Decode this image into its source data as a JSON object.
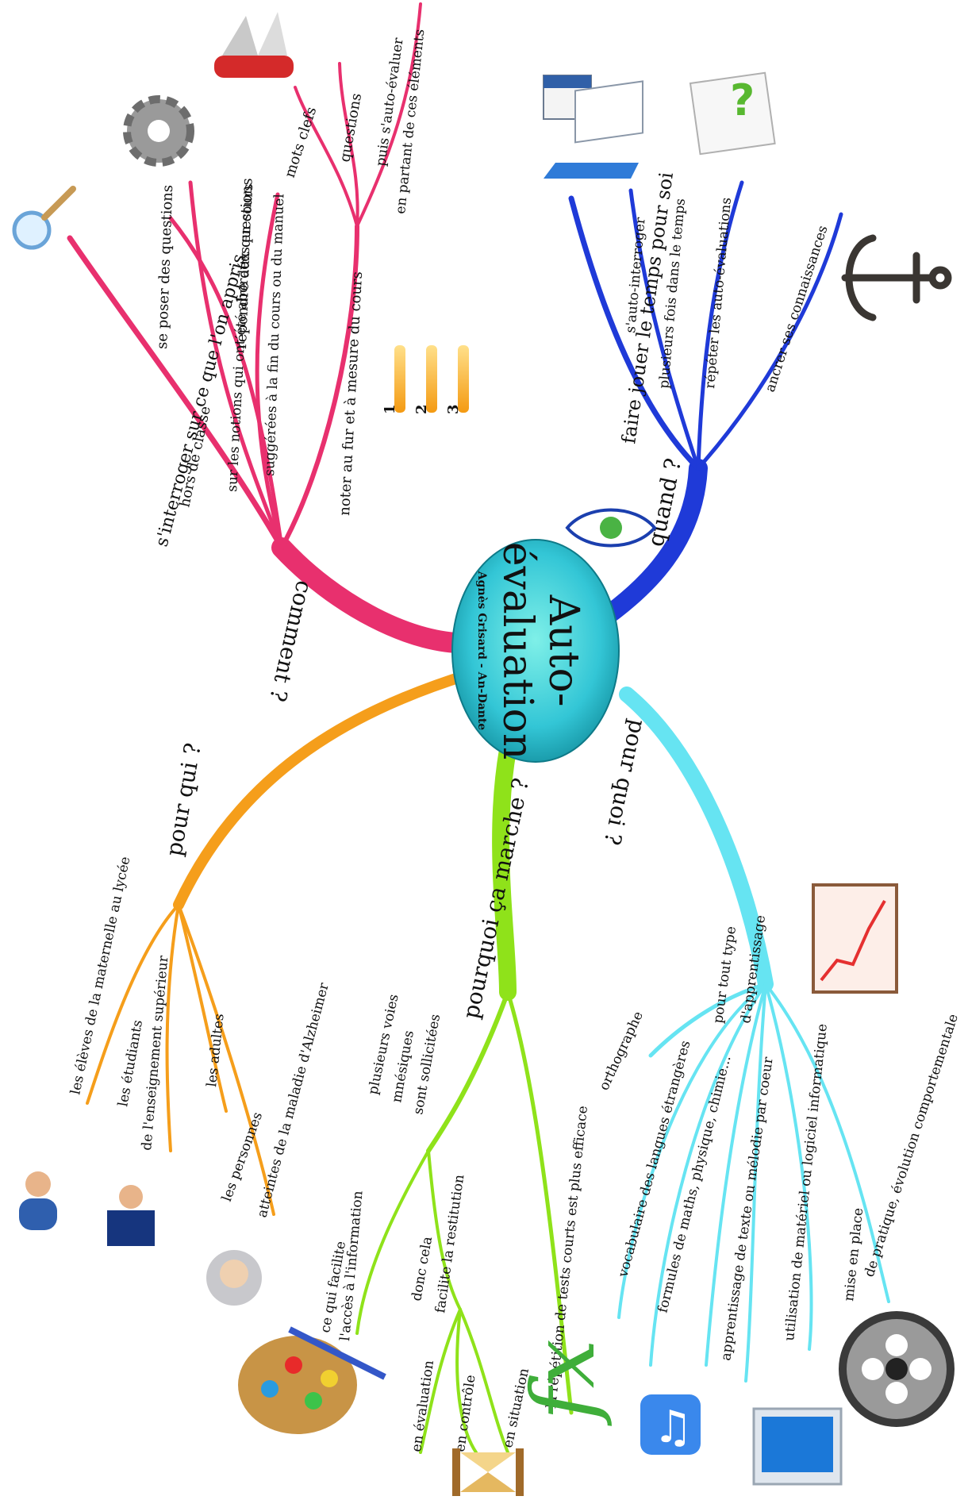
{
  "center": {
    "line1": "Auto-",
    "line2": "évaluation",
    "author": "Agnès Grisard - An-Dante"
  },
  "branches": {
    "comment": {
      "label": "comment ?",
      "color": "#e8306e",
      "sub1": {
        "label": "s'interroger sur ce que l'on appris",
        "items": [
          "hors de classe",
          "se poser des questions",
          "sur les notions qui ont été abordées en cours",
          "répondre aux questions",
          "suggérées à la fin du cours ou du manuel"
        ]
      },
      "sub2": {
        "label": "noter au fur et à mesure du cours",
        "items": [
          "mots clefs",
          "questions",
          "puis s'auto-évaluer",
          "en partant de ces éléments"
        ]
      },
      "numbers": [
        "1",
        "2",
        "3"
      ]
    },
    "quand": {
      "label": "quand ?",
      "color": "#1f3ad8",
      "items": [
        "faire jouer le temps pour soi",
        "s'auto-interroger",
        "plusieurs fois dans le temps",
        "répéter les auto-évaluations",
        "ancrer ses connaissances"
      ]
    },
    "pourqui": {
      "label": "pour qui ?",
      "color": "#f59e1b",
      "items": [
        "les élèves de la maternelle au lycée",
        "les étudiants",
        "de l'enseignement supérieur",
        "les adultes",
        "les personnes",
        "atteintes de la maladie d'Alzheimer"
      ]
    },
    "pourquoi": {
      "label": "pourquoi ça marche ?",
      "color": "#8fe21a",
      "items": [
        "plusieurs voies",
        "mnésiques",
        "sont sollicitées",
        "ce qui facilite",
        "l'accès à l'information",
        "donc cela",
        "facilite la restitution",
        "en évaluation",
        "en contrôle",
        "en situation",
        "la répétition de tests courts est plus efficace"
      ]
    },
    "pourquoi_quoi": {
      "label": "pour quoi ?",
      "color": "#66e4f2",
      "items": [
        "pour tout type",
        "d'apprentissage",
        "orthographe",
        "vocabulaire des langues étrangères",
        "formules de maths, physique, chimie...",
        "apprentissage de texte ou mélodie par coeur",
        "utilisation de matériel ou logiciel informatique",
        "mise en place",
        "de pratique, évolution comportementale"
      ]
    }
  },
  "icons": [
    "magnifier-icon",
    "gear-icon",
    "swiss-knife-icon",
    "calendar-laptop-icon",
    "question-paper-icon",
    "anchor-icon",
    "eye-logo-icon",
    "pupil-icon",
    "student-icon",
    "elderly-icon",
    "palette-icon",
    "hourglass-icon",
    "sales-chart-icon",
    "fx-icon",
    "music-note-icon",
    "monitor-icon",
    "film-reel-icon"
  ]
}
